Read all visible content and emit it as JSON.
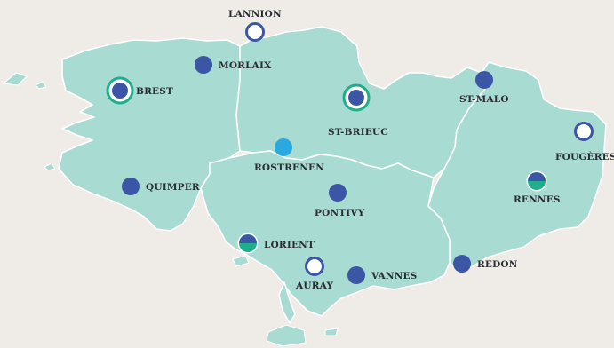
{
  "colors": {
    "background": "#efebe6",
    "land": "#a8dbd2",
    "border": "#ffffff",
    "navy": "#3a56a5",
    "light_blue": "#29a9e0",
    "green": "#1fae8c",
    "label": "#2b2d33"
  },
  "cities": [
    {
      "id": "lannion",
      "label": "LANNION",
      "marker": "hollow-navy"
    },
    {
      "id": "morlaix",
      "label": "MORLAIX",
      "marker": "solid-navy"
    },
    {
      "id": "brest",
      "label": "BREST",
      "marker": "navy-green-ring"
    },
    {
      "id": "st-brieuc",
      "label": "ST-BRIEUC",
      "marker": "navy-green-ring"
    },
    {
      "id": "st-malo",
      "label": "ST-MALO",
      "marker": "solid-navy"
    },
    {
      "id": "fougeres",
      "label": "FOUGÈRES",
      "marker": "hollow-navy"
    },
    {
      "id": "rostrenen",
      "label": "ROSTRENEN",
      "marker": "solid-lightblue"
    },
    {
      "id": "quimper",
      "label": "QUIMPER",
      "marker": "solid-navy"
    },
    {
      "id": "rennes",
      "label": "RENNES",
      "marker": "split-navy-green"
    },
    {
      "id": "pontivy",
      "label": "PONTIVY",
      "marker": "solid-navy"
    },
    {
      "id": "lorient",
      "label": "LORIENT",
      "marker": "split-navy-green"
    },
    {
      "id": "auray",
      "label": "AURAY",
      "marker": "hollow-navy"
    },
    {
      "id": "vannes",
      "label": "VANNES",
      "marker": "solid-navy"
    },
    {
      "id": "redon",
      "label": "REDON",
      "marker": "solid-navy"
    }
  ]
}
